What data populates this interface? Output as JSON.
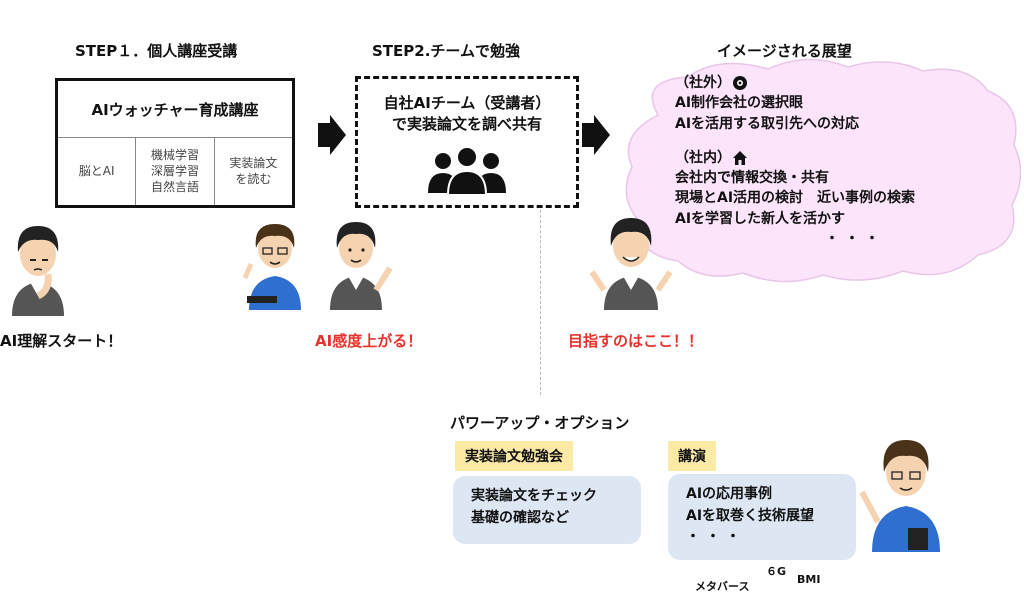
{
  "step1": {
    "title": "STEP１．個人講座受講",
    "course_title": "AIウォッチャー育成講座",
    "cells": [
      "脳とAI",
      "機械学習\n深層学習\n自然言語",
      "実装論文\nを読む"
    ],
    "caption": "AI理解スタート！"
  },
  "step2": {
    "title": "STEP2.チームで勉強",
    "box_line1": "自社AIチーム（受講者）",
    "box_line2": "で実装論文を調べ共有",
    "icon": "people-group-icon",
    "caption": "AI感度上がる！"
  },
  "vision": {
    "title": "イメージされる展望",
    "external_label": "（社外）",
    "external_icon": "gear-head-icon",
    "external_items": [
      "AI制作会社の選択眼",
      "AIを活用する取引先への対応"
    ],
    "internal_label": "（社内）",
    "internal_icon": "house-icon",
    "internal_items": [
      "会社内で情報交換・共有",
      "現場とAI活用の検討　近い事例の検索",
      "AIを学習した新人を活かす"
    ],
    "ellipsis": "・・・",
    "caption": "目指すのはここ！！"
  },
  "options": {
    "title": "パワーアップ・オプション",
    "study_tag": "実装論文勉強会",
    "study_lines": [
      "実装論文をチェック",
      "基礎の確認など"
    ],
    "lecture_tag": "講演",
    "lecture_lines": [
      "AIの応用事例",
      "AIを取巻く技術展望",
      "・・・"
    ],
    "keywords": [
      "メタバース",
      "６G",
      "BMI"
    ]
  },
  "colors": {
    "cloud_fill": "#fce4fb",
    "tag_fill": "#fbe9a6",
    "option_fill": "#dde6f3",
    "accent_red": "#e8312b"
  }
}
